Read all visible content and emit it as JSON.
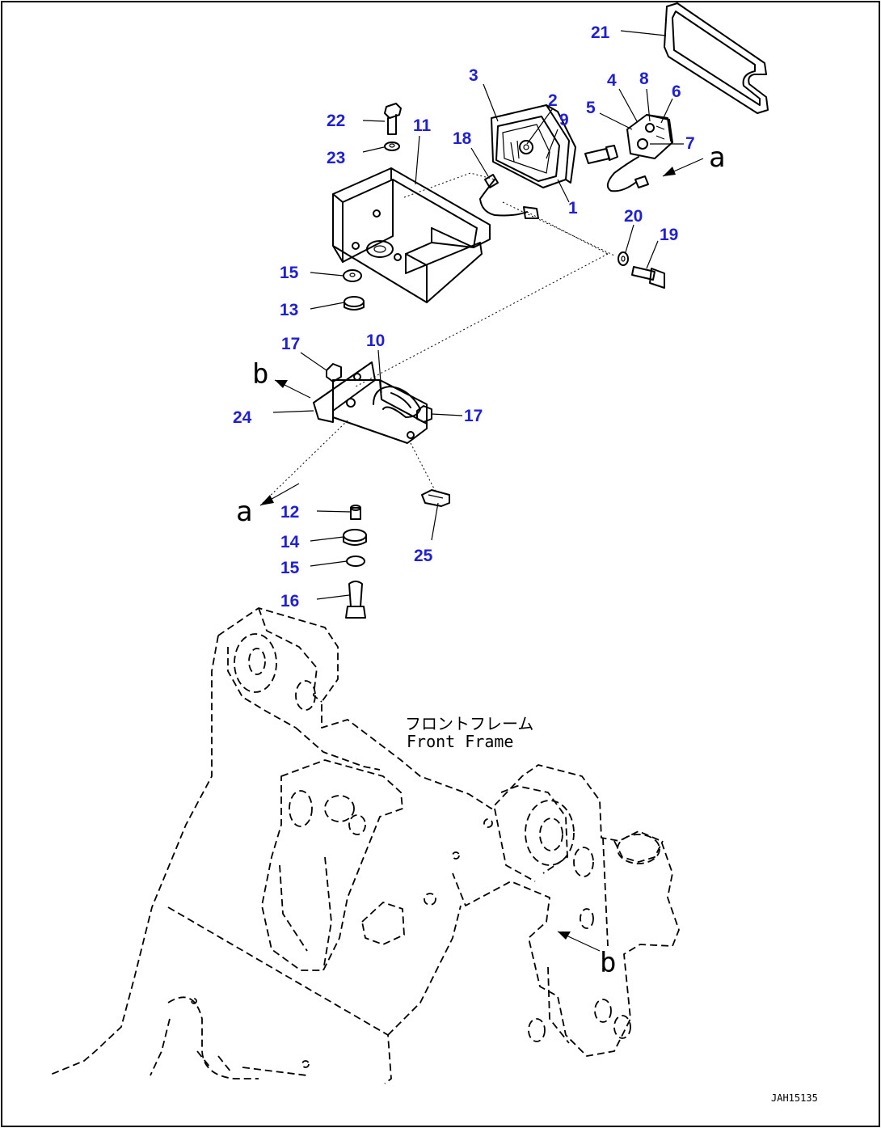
{
  "callouts": [
    {
      "id": "c21",
      "text": "21"
    },
    {
      "id": "c3",
      "text": "3"
    },
    {
      "id": "c2",
      "text": "2"
    },
    {
      "id": "c9",
      "text": "9"
    },
    {
      "id": "c4",
      "text": "4"
    },
    {
      "id": "c8",
      "text": "8"
    },
    {
      "id": "c6",
      "text": "6"
    },
    {
      "id": "c5",
      "text": "5"
    },
    {
      "id": "c7",
      "text": "7"
    },
    {
      "id": "c22",
      "text": "22"
    },
    {
      "id": "c11",
      "text": "11"
    },
    {
      "id": "c18",
      "text": "18"
    },
    {
      "id": "c23",
      "text": "23"
    },
    {
      "id": "c1",
      "text": "1"
    },
    {
      "id": "c20",
      "text": "20"
    },
    {
      "id": "c19",
      "text": "19"
    },
    {
      "id": "c15a",
      "text": "15"
    },
    {
      "id": "c13",
      "text": "13"
    },
    {
      "id": "c17a",
      "text": "17"
    },
    {
      "id": "c10",
      "text": "10"
    },
    {
      "id": "c24",
      "text": "24"
    },
    {
      "id": "c17b",
      "text": "17"
    },
    {
      "id": "c12",
      "text": "12"
    },
    {
      "id": "c14",
      "text": "14"
    },
    {
      "id": "c15b",
      "text": "15"
    },
    {
      "id": "c25",
      "text": "25"
    },
    {
      "id": "c16",
      "text": "16"
    }
  ],
  "view_letters": {
    "a_top": "a",
    "a_bottom": "a",
    "b_left": "b",
    "b_right": "b"
  },
  "frame_label": {
    "japanese": "フロントフレーム",
    "english": "Front Frame"
  },
  "drawing_code": "JAH15135"
}
